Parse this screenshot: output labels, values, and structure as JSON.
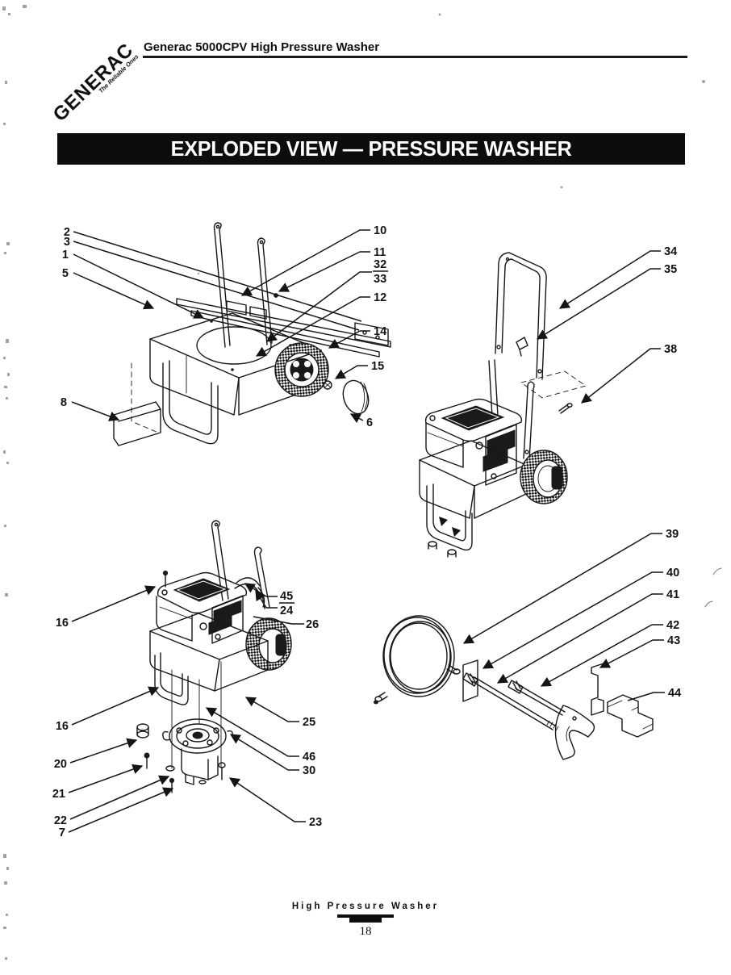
{
  "page": {
    "ink": "#161616",
    "paper": "#ffffff"
  },
  "header": {
    "logo_text": "GENERAC",
    "logo_tagline": "The Reliable Ones",
    "title": "Generac 5000CPV High Pressure Washer"
  },
  "banner": {
    "title": "EXPLODED VIEW — PRESSURE WASHER",
    "background": "#0d0d0d",
    "text_color": "#ffffff"
  },
  "diagrams": {
    "frame_assembly": {
      "description": "frame, handle bars and wheel exploded view",
      "callouts": [
        "2",
        "3",
        "1",
        "5",
        "8",
        "10",
        "11",
        "32",
        "33",
        "12",
        "14",
        "15",
        "6"
      ]
    },
    "cart_assembly": {
      "description": "assembled pressure washer cart with handle",
      "callouts": [
        "34",
        "35",
        "38"
      ]
    },
    "engine_pump_assembly": {
      "description": "engine and pump exploded view",
      "callouts": [
        "16",
        "16",
        "20",
        "21",
        "22",
        "7",
        "45",
        "24",
        "26",
        "25",
        "46",
        "30",
        "23"
      ]
    },
    "accessories": {
      "description": "hose, wand, spray gun and brackets",
      "callouts": [
        "39",
        "40",
        "41",
        "42",
        "43",
        "44"
      ]
    }
  },
  "footer": {
    "label": "High Pressure Washer",
    "page_number": "18"
  }
}
